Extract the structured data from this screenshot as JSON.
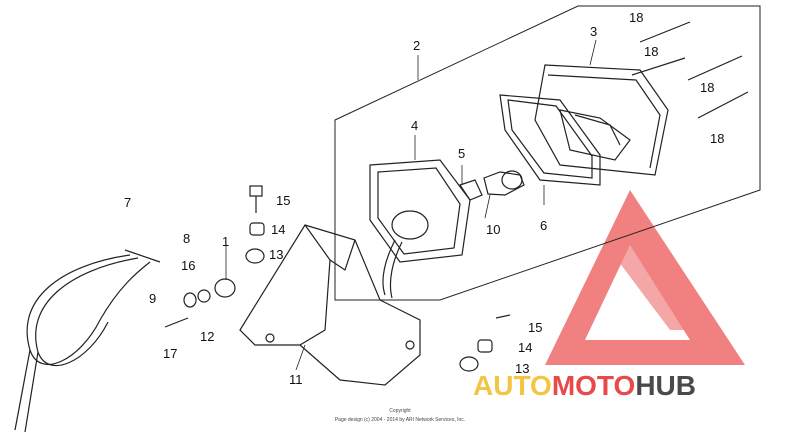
{
  "parts": [
    {
      "id": "p1",
      "label": "1"
    },
    {
      "id": "p2",
      "label": "2"
    },
    {
      "id": "p3",
      "label": "3"
    },
    {
      "id": "p4",
      "label": "4"
    },
    {
      "id": "p5",
      "label": "5"
    },
    {
      "id": "p6",
      "label": "6"
    },
    {
      "id": "p7",
      "label": "7"
    },
    {
      "id": "p8",
      "label": "8"
    },
    {
      "id": "p9",
      "label": "9"
    },
    {
      "id": "p10",
      "label": "10"
    },
    {
      "id": "p11",
      "label": "11"
    },
    {
      "id": "p12",
      "label": "12"
    },
    {
      "id": "p13a",
      "label": "13"
    },
    {
      "id": "p13b",
      "label": "13"
    },
    {
      "id": "p14a",
      "label": "14"
    },
    {
      "id": "p14b",
      "label": "14"
    },
    {
      "id": "p15a",
      "label": "15"
    },
    {
      "id": "p15b",
      "label": "15"
    },
    {
      "id": "p16",
      "label": "16"
    },
    {
      "id": "p17",
      "label": "17"
    },
    {
      "id": "p18a",
      "label": "18"
    },
    {
      "id": "p18b",
      "label": "18"
    },
    {
      "id": "p18c",
      "label": "18"
    },
    {
      "id": "p18d",
      "label": "18"
    }
  ],
  "watermark": {
    "brand_part1": "AUTO",
    "brand_part2": "MOTO",
    "brand_part3": "HUB",
    "colors": {
      "triangle": "#ef6b6b",
      "text_yellow": "#f4c542",
      "text_red": "#e84a4a",
      "text_dark": "#4a4a4a"
    }
  },
  "copyright": {
    "line1": "Copyright",
    "line2": "Page design (c) 2004 - 2014 by ARI Network Services, Inc."
  }
}
